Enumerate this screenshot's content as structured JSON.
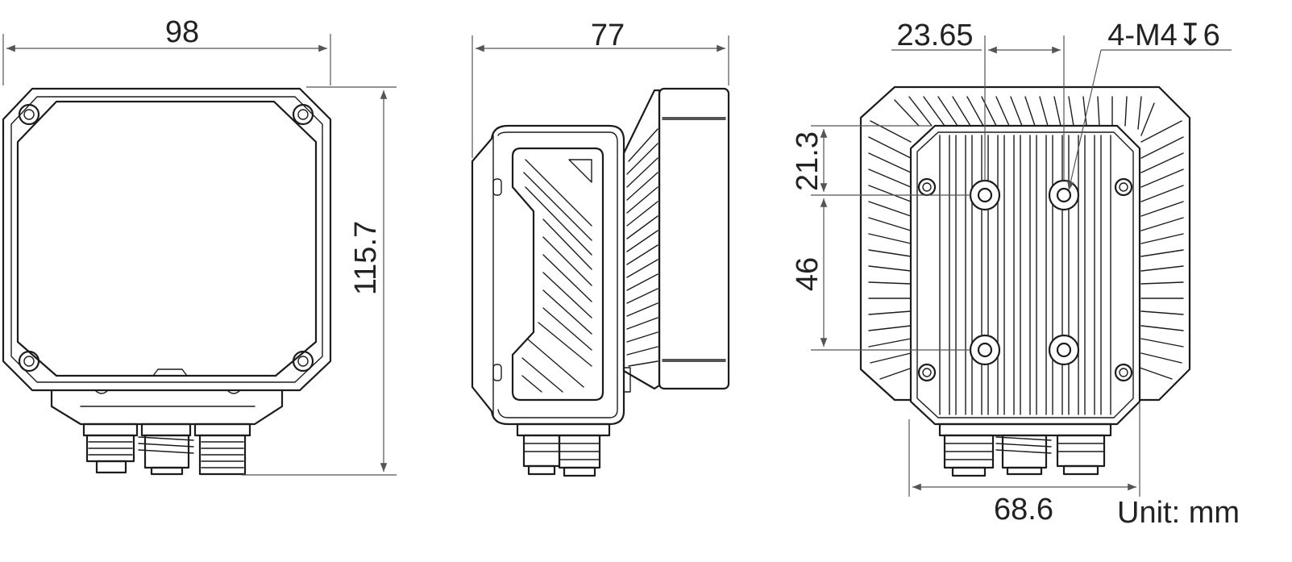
{
  "diagram": {
    "front_view": {
      "width_dim": "98",
      "height_dim": "115.7"
    },
    "side_view": {
      "depth_dim": "77"
    },
    "back_view": {
      "hole_spacing_dim": "23.65",
      "thread_callout": "4-M4↧6",
      "top_offset_dim": "21.3",
      "vertical_spacing_dim": "46",
      "horizontal_spacing_dim": "68.6"
    },
    "unit_label": "Unit: mm"
  }
}
